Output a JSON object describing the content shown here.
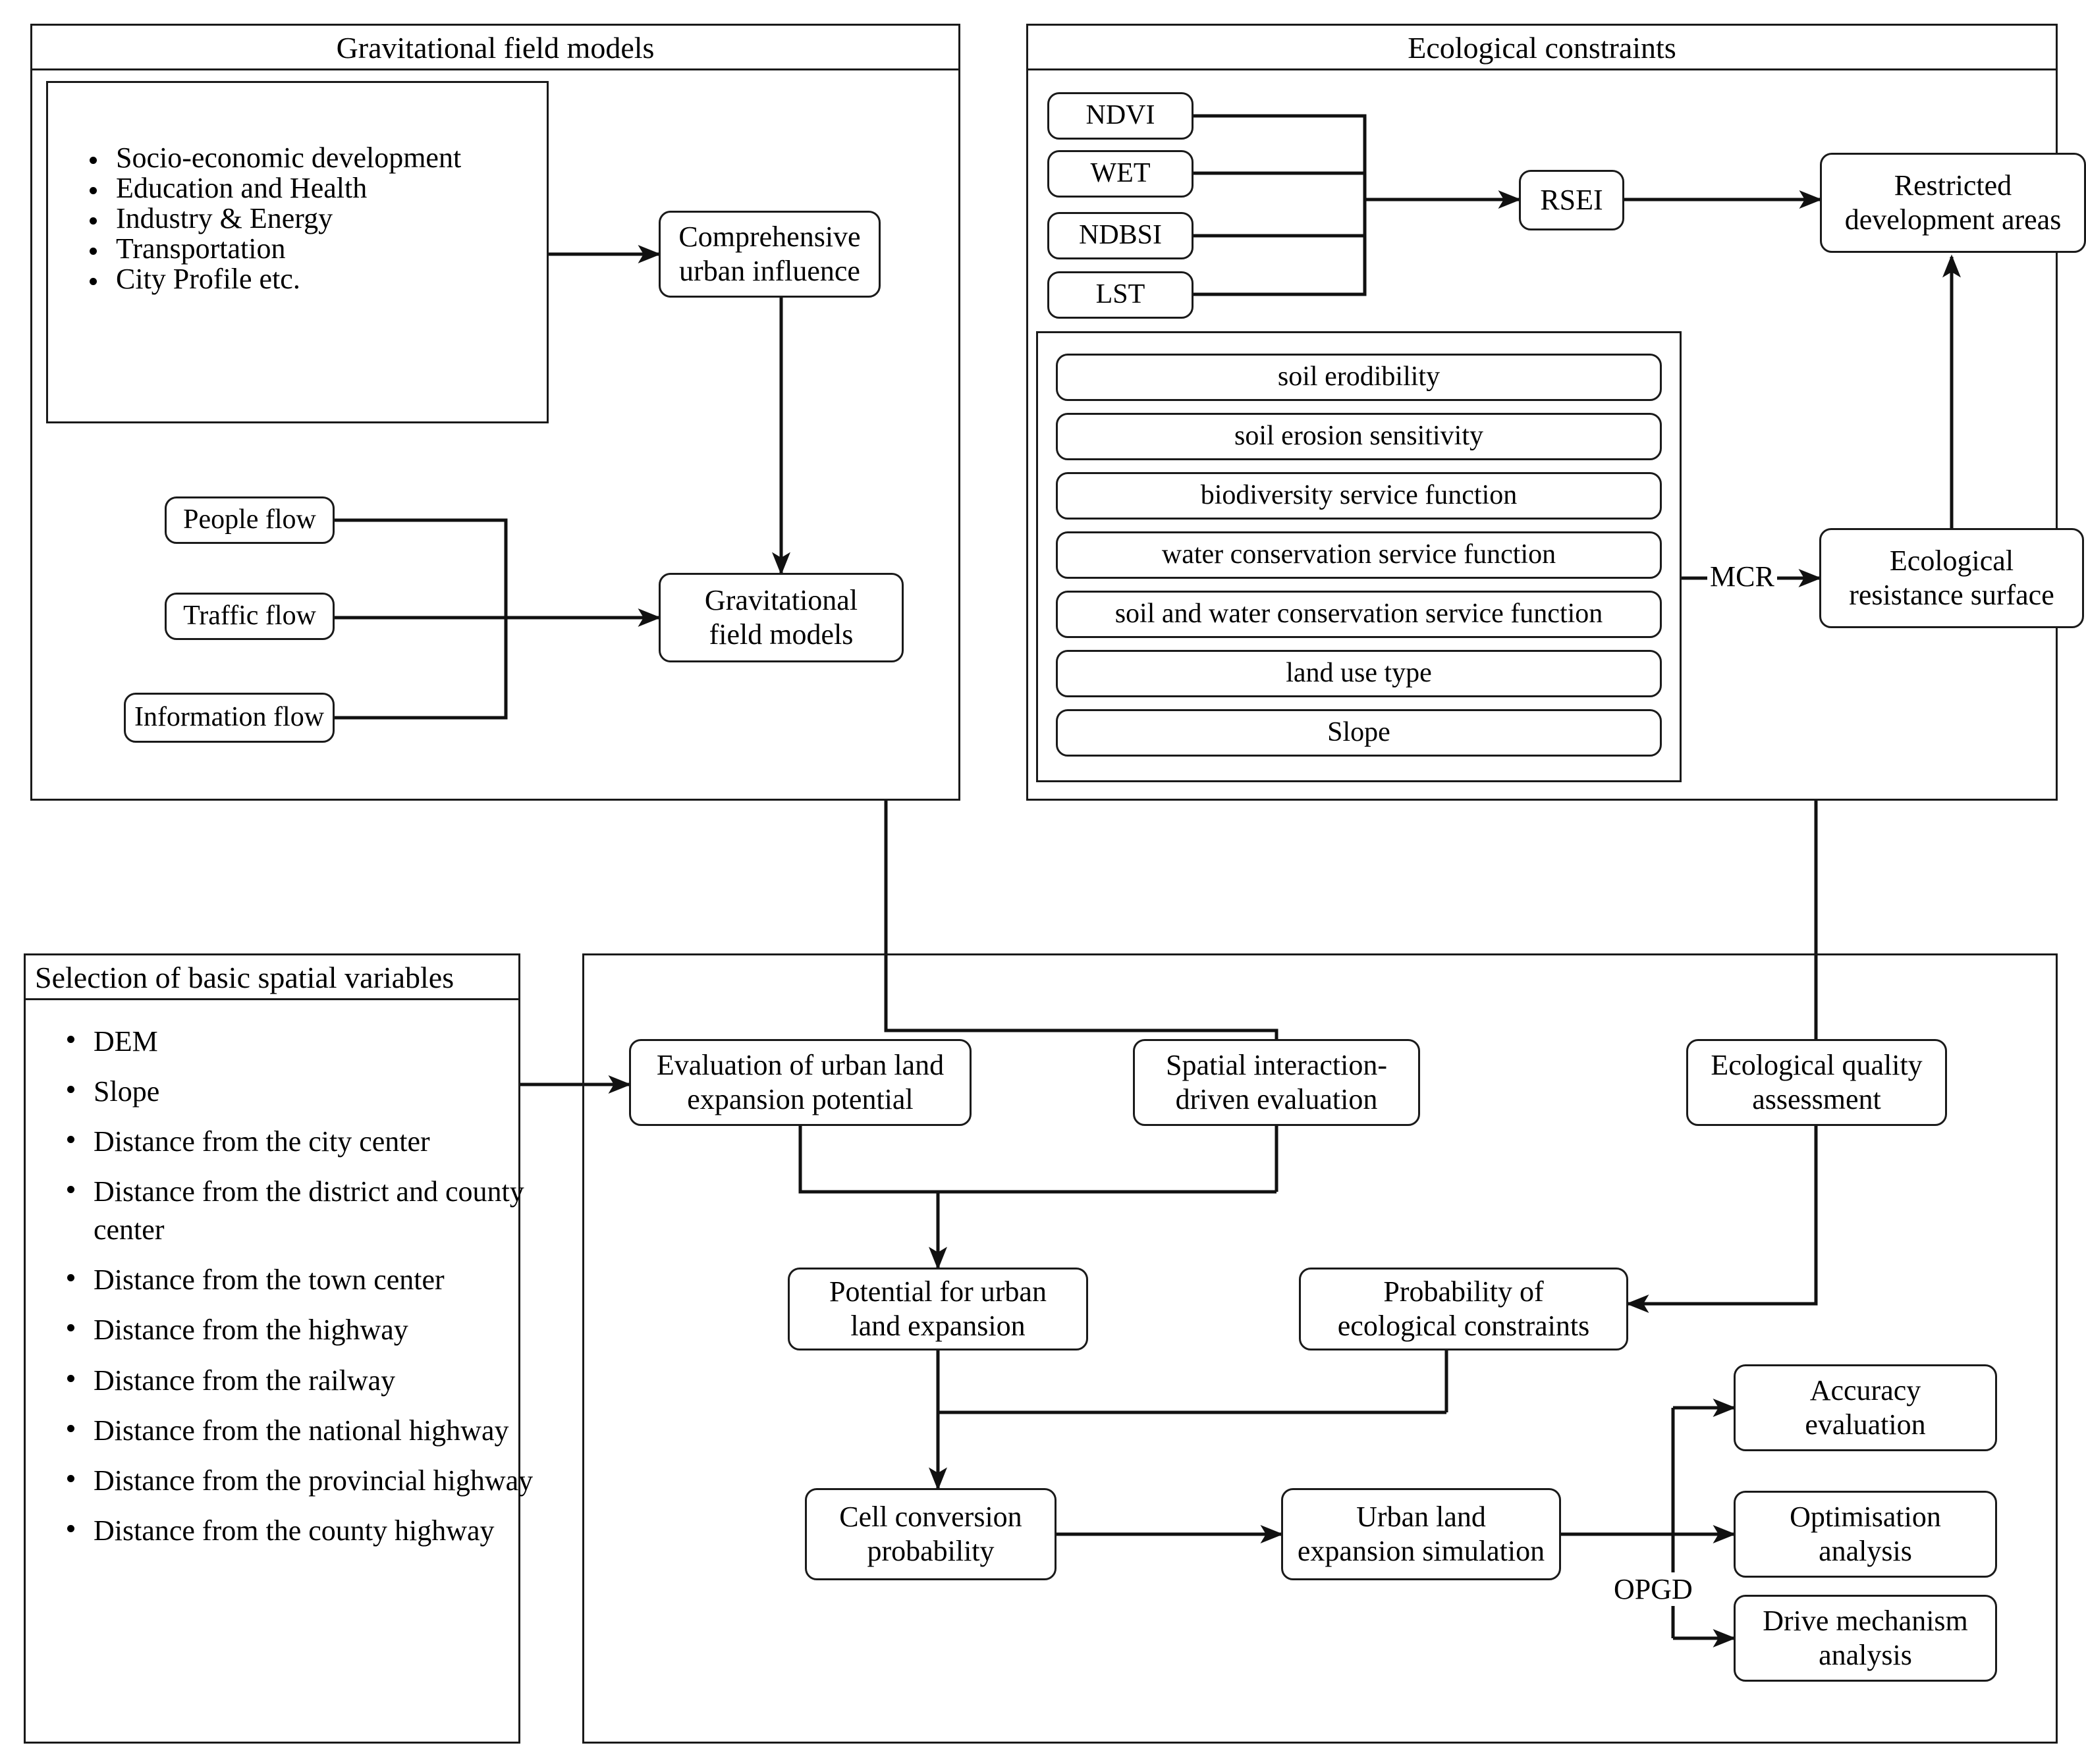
{
  "panels": {
    "gravitational": {
      "title": "Gravitational field models",
      "factors": [
        "Socio-economic development",
        "Education and Health",
        "Industry & Energy",
        "Transportation",
        "City Profile etc."
      ],
      "nodes": {
        "comprehensive_urban_influence": "Comprehensive\nurban influence",
        "gravitational_field_models": "Gravitational\nfield models",
        "people_flow": "People flow",
        "traffic_flow": "Traffic flow",
        "information_flow": "Information flow"
      }
    },
    "ecological": {
      "title": "Ecological constraints",
      "indices": [
        "NDVI",
        "WET",
        "NDBSI",
        "LST"
      ],
      "nodes": {
        "rsei": "RSEI",
        "restricted_development_areas": "Restricted\ndevelopment areas",
        "ecological_resistance_surface": "Ecological\nresistance surface"
      },
      "resistance_factors": [
        "soil erodibility",
        "soil erosion sensitivity",
        "biodiversity service function",
        "water conservation service function",
        "soil and water conservation service function",
        "land use type",
        "Slope"
      ],
      "edge_labels": {
        "mcr": "MCR"
      }
    },
    "spatial_variables": {
      "title": "Selection of basic spatial variables",
      "variables": [
        "DEM",
        "Slope",
        "Distance from the city center",
        "Distance from the district and county center",
        "Distance from the town center",
        "Distance from the highway",
        "Distance from the railway",
        "Distance from the national highway",
        "Distance from the provincial highway",
        "Distance from the county highway"
      ]
    },
    "model": {
      "nodes": {
        "evaluation_expansion_potential": "Evaluation of urban land\nexpansion potential",
        "spatial_interaction_evaluation": "Spatial interaction-\ndriven evaluation",
        "ecological_quality_assessment": "Ecological quality\nassessment",
        "potential_urban_land_expansion": "Potential for urban\nland expansion",
        "probability_ecological_constraints": "Probability of\necological constraints",
        "cell_conversion_probability": "Cell conversion\nprobability",
        "urban_land_expansion_simulation": "Urban land\nexpansion simulation",
        "accuracy_evaluation": "Accuracy\nevaluation",
        "optimisation_analysis": "Optimisation\nanalysis",
        "drive_mechanism_analysis": "Drive mechanism\nanalysis"
      },
      "edge_labels": {
        "opgd": "OPGD"
      }
    }
  },
  "colors": {
    "stroke": "#1a1a1a",
    "background": "#ffffff",
    "text": "#000000"
  }
}
